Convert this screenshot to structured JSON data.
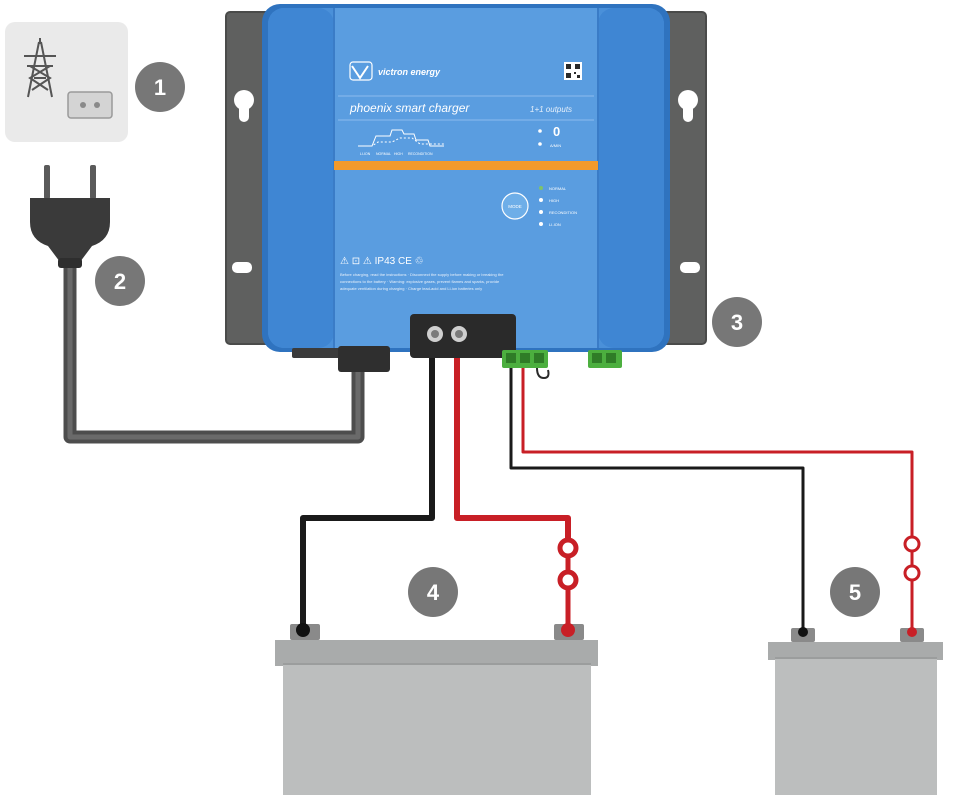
{
  "callouts": {
    "mains": "1",
    "plug": "2",
    "charger": "3",
    "main_battery": "4",
    "second_battery": "5"
  },
  "charger": {
    "brand": "victron energy",
    "product": "phoenix smart charger",
    "outputs": "1+1 outputs",
    "current_readout": "0",
    "current_unit": "A/MIN",
    "mode_button": "MODE",
    "cert_marks": "⚠ ⊡ ⚠ IP43 CE ♲",
    "mode_labels": [
      "LI-ION",
      "NORMAL",
      "HIGH",
      "RECONDITION"
    ],
    "led_labels": [
      "NORMAL",
      "HIGH",
      "RECONDITION",
      "LI-ION"
    ],
    "warning_text": [
      "Before charging, read the instructions · Disconnect the supply before making or breaking the",
      "connections to the battery · Warning: explosive gases, prevent flames and sparks, provide",
      "adequate ventilation during charging · Charge lead-acid and Li-ion batteries only"
    ]
  },
  "colors": {
    "charger_blue": "#4a90d9",
    "charger_border": "#2f73bf",
    "orange_bar": "#f39a2b",
    "bracket_gray": "#5f605f",
    "battery_gray": "#bcbebe",
    "cable_red": "#c81f26",
    "cable_black": "#1a1a1a",
    "callout_gray": "#777777",
    "terminal_green": "#4caf3f"
  }
}
